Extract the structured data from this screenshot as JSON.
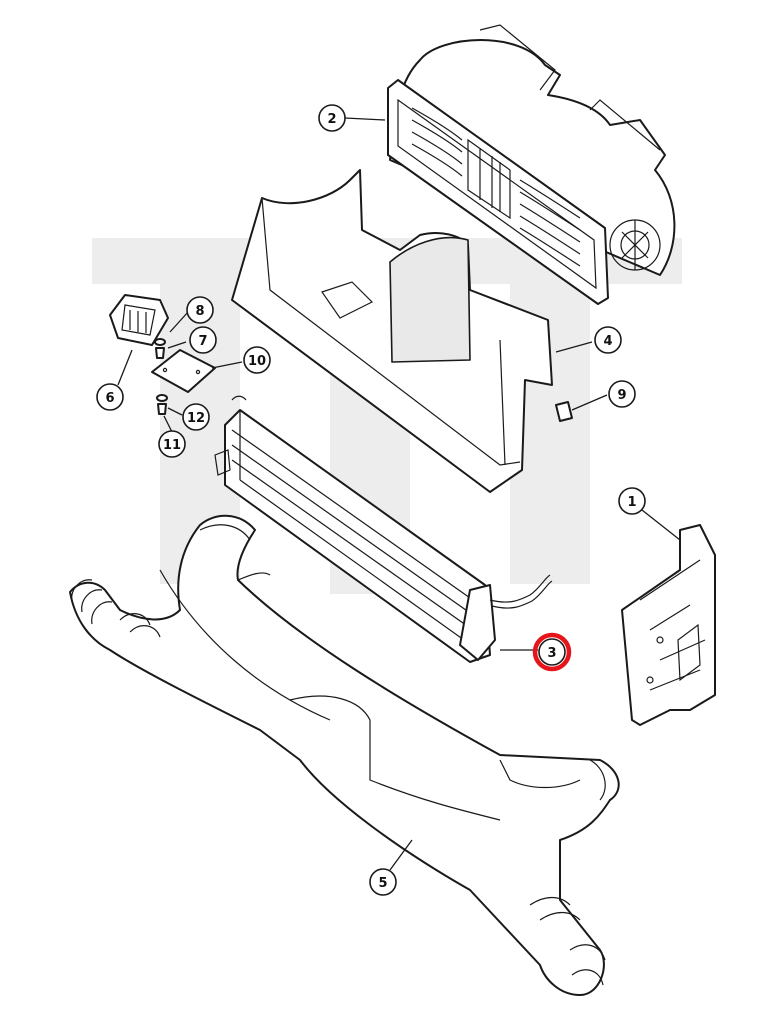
{
  "diagram": {
    "callouts": [
      {
        "id": "c1",
        "label": "1"
      },
      {
        "id": "c2",
        "label": "2"
      },
      {
        "id": "c3",
        "label": "3"
      },
      {
        "id": "c4",
        "label": "4"
      },
      {
        "id": "c5",
        "label": "5"
      },
      {
        "id": "c6",
        "label": "6"
      },
      {
        "id": "c7",
        "label": "7"
      },
      {
        "id": "c8",
        "label": "8"
      },
      {
        "id": "c9",
        "label": "9"
      },
      {
        "id": "c10",
        "label": "10"
      },
      {
        "id": "c11",
        "label": "11"
      },
      {
        "id": "c12",
        "label": "12"
      }
    ],
    "highlighted_callout": "3",
    "colors": {
      "line": "#1a1a1a",
      "highlight": "#e8141c",
      "watermark": "#d8d8d8",
      "background": "#ffffff"
    }
  }
}
